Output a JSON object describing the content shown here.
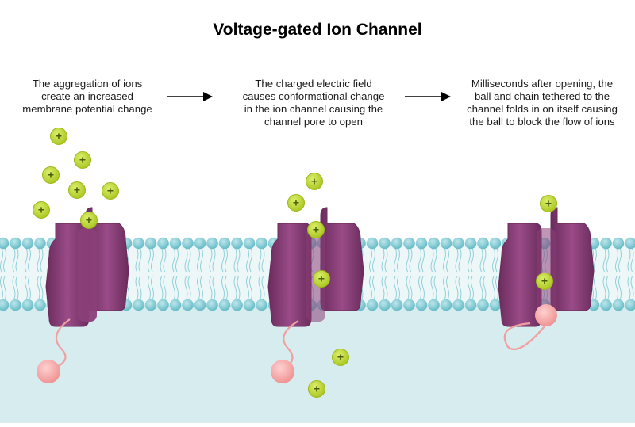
{
  "title": "Voltage-gated Ion Channel",
  "steps": [
    {
      "caption_lines": [
        "The aggregation of ions",
        "create an increased",
        "membrane potential change"
      ]
    },
    {
      "caption_lines": [
        "The charged electric field",
        "causes conformational change",
        "in the ion channel causing the",
        "channel pore to open"
      ]
    },
    {
      "caption_lines": [
        "Milliseconds after opening, the",
        "ball and chain tethered to the",
        "channel folds in on itself causing",
        "the ball to block the flow of ions"
      ]
    }
  ],
  "ion_symbol": "+",
  "colors": {
    "ion": "#bcd631",
    "ion_dark": "#6f8a12",
    "channel": "#8a3f78",
    "channel_dark": "#6a2c5c",
    "lipid_head": "#7ecbd4",
    "membrane_core": "#e9f5f6",
    "cytoplasm": "#d6ecee",
    "ball": "#f2a3a3",
    "chain": "#f0a0a0"
  },
  "icons": [
    "right-arrow-icon",
    "right-arrow-icon"
  ]
}
